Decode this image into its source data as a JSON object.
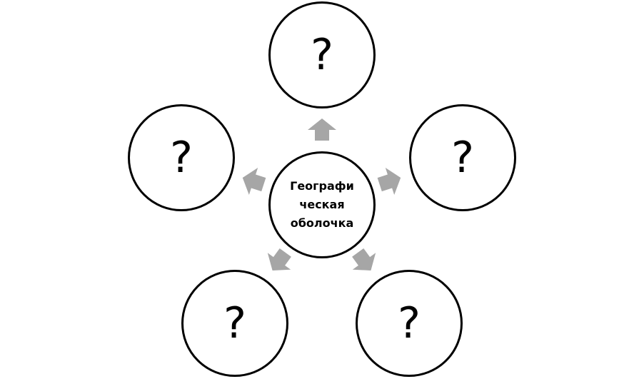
{
  "center": {
    "lines": [
      "Географи",
      "ческая",
      "оболочка"
    ]
  },
  "nodes": [
    {
      "id": "top",
      "label": "?"
    },
    {
      "id": "right",
      "label": "?"
    },
    {
      "id": "bottom-right",
      "label": "?"
    },
    {
      "id": "bottom-left",
      "label": "?"
    },
    {
      "id": "left",
      "label": "?"
    }
  ],
  "colors": {
    "arrow": "#a6a6a6",
    "stroke": "#000000",
    "fill": "#ffffff"
  }
}
